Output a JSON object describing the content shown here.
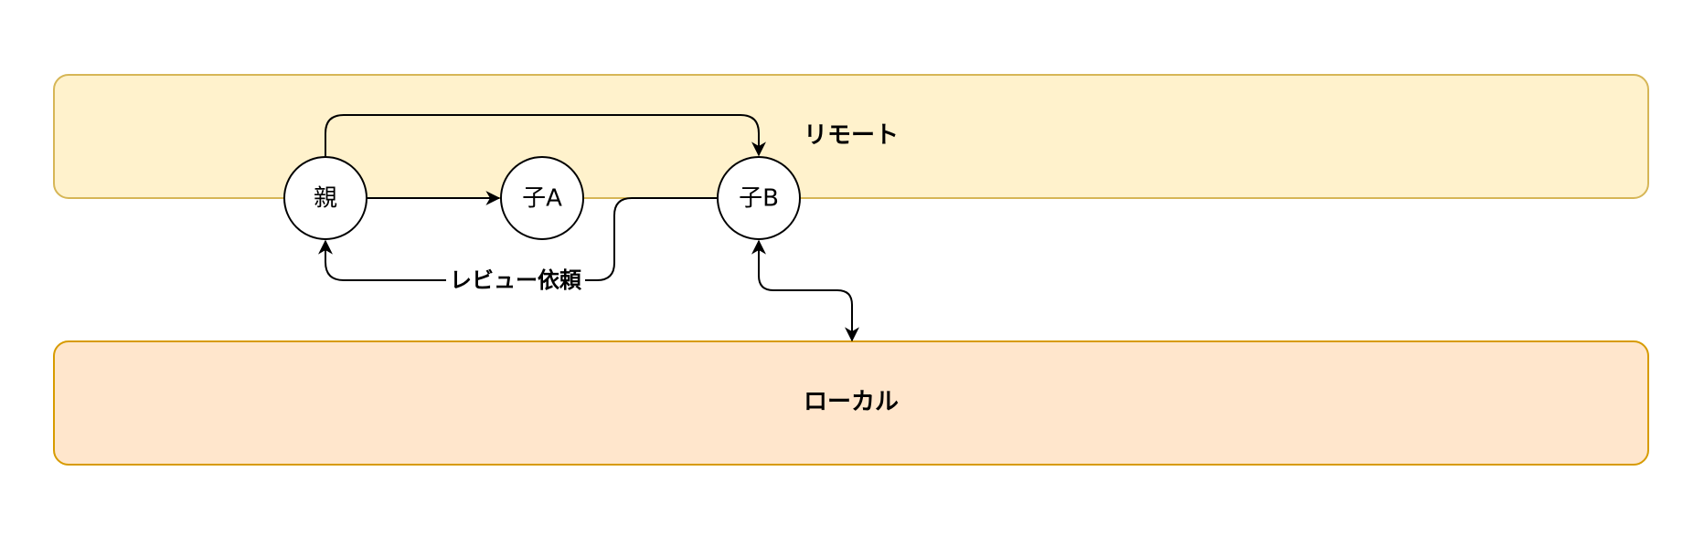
{
  "lanes": {
    "remote": {
      "label": "リモート",
      "fill": "#fff2cc",
      "stroke": "#d6b656"
    },
    "local": {
      "label": "ローカル",
      "fill": "#ffe6cc",
      "stroke": "#d79b00"
    }
  },
  "nodes": {
    "parent": {
      "label": "親"
    },
    "child_a": {
      "label": "子A"
    },
    "child_b": {
      "label": "子B"
    }
  },
  "edges": {
    "review_request": {
      "label": "レビュー依頼"
    }
  }
}
